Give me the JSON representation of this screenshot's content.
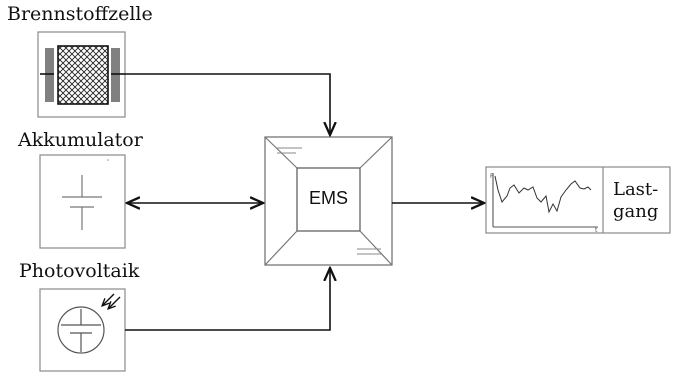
{
  "labels": {
    "fuel_cell": "Brennstoffzelle",
    "battery": "Akkumulator",
    "photovoltaic": "Photovoltaik",
    "ems": "EMS",
    "load_line1": "Last-",
    "load_line2": "gang"
  },
  "icons": {
    "fuel_cell": "fuel-cell-symbol",
    "battery": "battery-symbol",
    "photovoltaic": "photovoltaic-cell-symbol",
    "ems": "energy-management-system-box",
    "load": "load-profile-chart"
  },
  "colors": {
    "line": "#111111",
    "box_border": "#8a8a8a",
    "ems_border": "#6a6a6a",
    "fuel_cell_electrode": "#808080"
  }
}
